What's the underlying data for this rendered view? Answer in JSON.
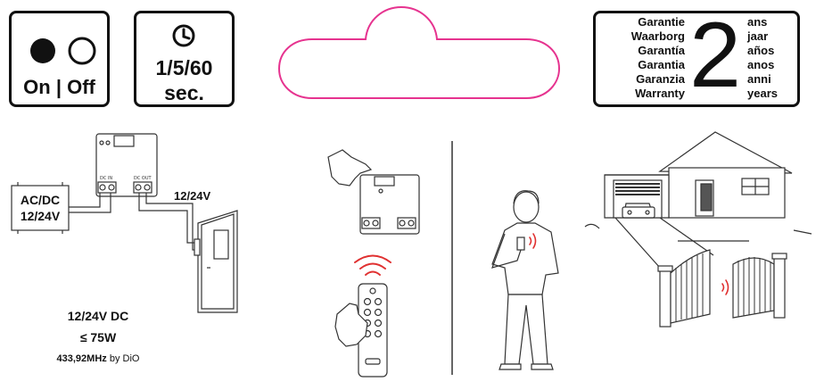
{
  "onoff": {
    "label_on": "On",
    "separator": "|",
    "label_off": "Off"
  },
  "timer": {
    "values": "1/5/60",
    "unit": "sec."
  },
  "warranty": {
    "words_left": [
      "Garantie",
      "Waarborg",
      "Garantía",
      "Garantia",
      "Garanzia",
      "Warranty"
    ],
    "number": "2",
    "words_right": [
      "ans",
      "jaar",
      "años",
      "anos",
      "anni",
      "years"
    ]
  },
  "wiring": {
    "supply_label_1": "AC/DC",
    "supply_label_2": "12/24V",
    "line_label": "12/24V",
    "dc_in": "DC IN",
    "dc_out": "DC OUT"
  },
  "specs": {
    "voltage": "12/24V DC",
    "power": "≤ 75W",
    "freq_value": "433,92MHz",
    "freq_suffix": "by DiO"
  },
  "colors": {
    "accent_pink": "#e6338f",
    "remote_signal": "#e03030",
    "line": "#333333"
  }
}
